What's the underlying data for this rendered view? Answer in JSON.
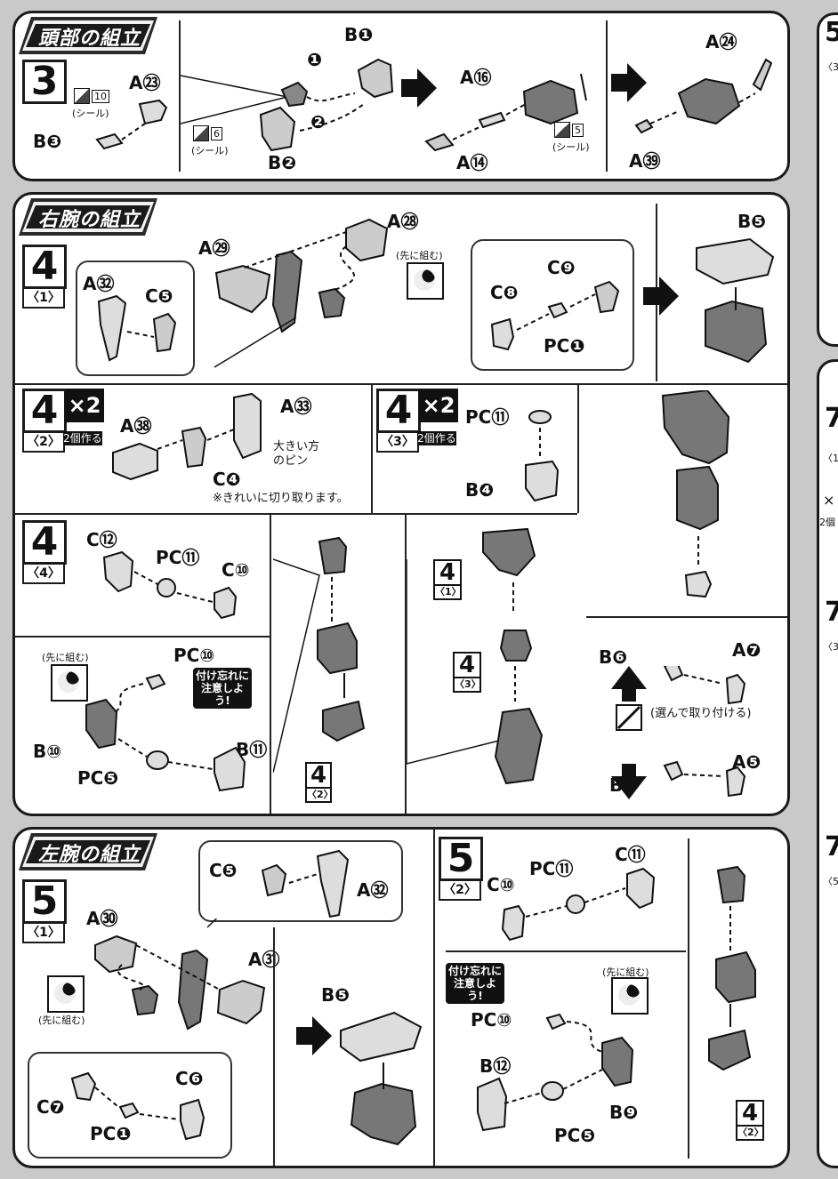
{
  "head": {
    "title": "頭部の組立",
    "step": "3",
    "labels": {
      "a23": "A㉓",
      "b3": "B❸",
      "b1": "B❶",
      "b2": "B❷",
      "a16": "A⑯",
      "a14": "A⑭",
      "a24": "A㉔",
      "a39": "A㊴"
    },
    "order1": "❶",
    "order2": "❷",
    "sticker10": "10",
    "sticker6": "6",
    "sticker5": "5",
    "sticker_label": "(シール)"
  },
  "right_arm": {
    "title": "右腕の組立",
    "step": "4",
    "sub1": "〈1〉",
    "sub2": "〈2〉",
    "sub3": "〈3〉",
    "sub4": "〈4〉",
    "labels": {
      "a28": "A㉘",
      "a29": "A㉙",
      "a32": "A㉜",
      "c5": "C❺",
      "c9": "C❾",
      "c8": "C❽",
      "pc1": "PC❶",
      "b5": "B❺",
      "a33": "A㉝",
      "a38": "A㊳",
      "c4": "C❹",
      "pc11": "PC⑪",
      "b4": "B❹",
      "c12": "C⑫",
      "c10": "C⑩",
      "pc10": "PC⑩",
      "b10": "B⑩",
      "b11": "B⑪",
      "pc5": "PC❺",
      "b6a": "B❻",
      "a7": "A❼",
      "b6b": "B❻",
      "a5": "A❺"
    },
    "first": "(先に組む)",
    "x2": "×2",
    "x2_caption": "2個作る",
    "big_pin": "大きい方",
    "big_pin2": "のピン",
    "clean_cut": "※きれいに切り取ります。",
    "warn": "付け忘れに注意しよう!",
    "choose": "(選んで取り付ける)",
    "ref_4": "4",
    "ref_1": "〈1〉",
    "ref_3": "〈3〉",
    "ref_2": "〈2〉"
  },
  "left_arm": {
    "title": "左腕の組立",
    "step": "5",
    "sub1": "〈1〉",
    "sub2": "〈2〉",
    "labels": {
      "c5": "C❺",
      "a32": "A㉜",
      "a30": "A㉚",
      "a31": "A㉛",
      "b5": "B❺",
      "c7": "C❼",
      "c6": "C❻",
      "pc1": "PC❶",
      "c10": "C⑩",
      "pc11": "PC⑪",
      "c11": "C⑪",
      "pc10": "PC⑩",
      "b12": "B⑫",
      "b9": "B❾",
      "pc5": "PC❺"
    },
    "first": "(先に組む)",
    "warn": "付け忘れに注意しよう!",
    "ref_4": "4",
    "ref_2": "〈2〉"
  },
  "side": {
    "n5": "5",
    "s3": "〈3",
    "n7a": "7",
    "s1": "〈1",
    "x": "×",
    "two": "2個",
    "n7b": "7",
    "s3b": "〈3",
    "n7c": "7",
    "s5": "〈5"
  }
}
